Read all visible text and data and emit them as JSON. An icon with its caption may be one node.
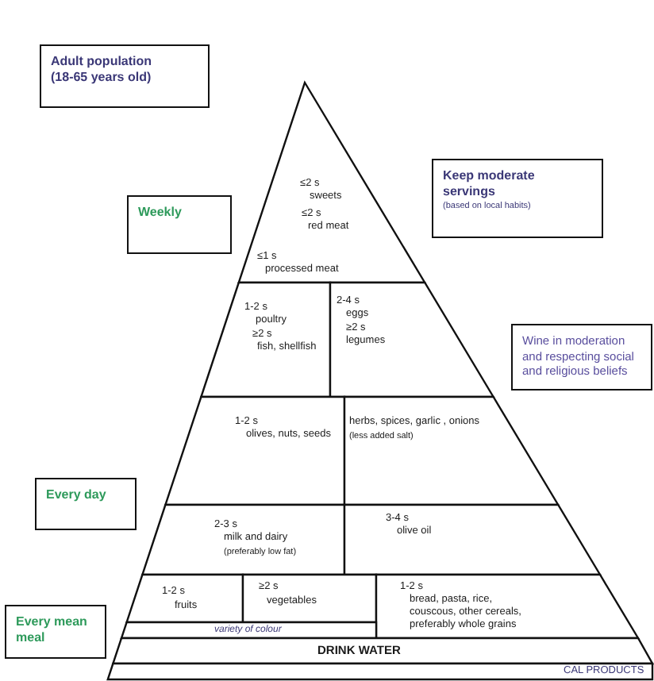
{
  "diagram": {
    "nodes": [
      {
        "text": [
          "Adult population (18-65 years old)"
        ]
      },
      {
        "text": [
          "≤2 s",
          "sweets",
          "≤2 s",
          "red meat",
          "≤1 s",
          "processed meat"
        ]
      },
      {
        "text": [
          "Keep moderate servings",
          "(based on local habits)"
        ]
      },
      {
        "text": [
          "Weekly"
        ]
      },
      {
        "text": [
          "1-2 s",
          "poultry",
          "≥2 s",
          "fish, shellfish"
        ]
      },
      {
        "text": [
          "2-4 s",
          "eggs",
          "≥2 s",
          "legumes"
        ]
      },
      {
        "text": [
          "Wine in moderation and respecting social and religious beliefs"
        ]
      },
      {
        "text": [
          "1-2 s",
          "olives, nuts, seeds"
        ]
      },
      {
        "text": [
          "herbs, spices, garlic , onions",
          "(less added salt)"
        ]
      },
      {
        "text": [
          "Every day"
        ]
      },
      {
        "text": [
          "2-3 s",
          "milk and dairy",
          "(preferably low fat)"
        ]
      },
      {
        "text": [
          "3-4 s",
          "olive oil"
        ]
      },
      {
        "text": [
          "1-2 s",
          "fruits"
        ]
      },
      {
        "text": [
          "≥2 s",
          "vegetables"
        ]
      },
      {
        "text": [
          "1-2 s",
          "bread, pasta, rice, couscous, other cereals, preferably whole grains"
        ]
      },
      {
        "text": [
          "Every mean meal"
        ]
      },
      {
        "text": [
          "variety of colour"
        ]
      },
      {
        "text": [
          "DRINK WATER"
        ]
      },
      {
        "text": [
          "CAL PRODUCTS"
        ]
      }
    ]
  }
}
